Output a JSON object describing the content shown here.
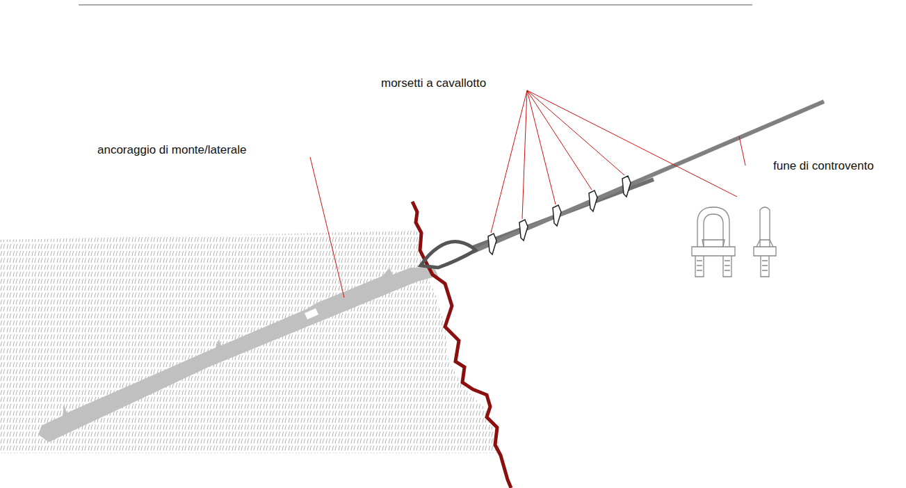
{
  "diagram": {
    "labels": [
      "morsetti a cavallotto",
      "ancoraggio di monte/laterale",
      "fune di controvento"
    ]
  }
}
